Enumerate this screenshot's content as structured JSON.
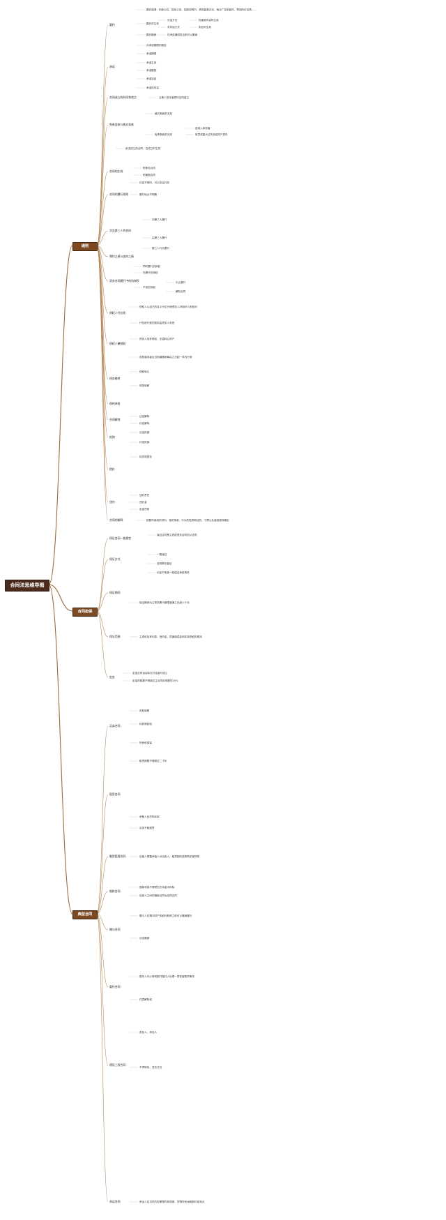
{
  "root": "合同法思维导图",
  "branches": [
    {
      "label": "通则"
    },
    {
      "label": "合同担保"
    },
    {
      "label": "典型合同"
    }
  ],
  "labels": {
    "yaoyue": "要约",
    "chengnuo": "承诺",
    "hetong_chengli": "合同成立的时间和地点",
    "mianze": "免责条款与格式条款",
    "shengxiao": "合同的生效",
    "lvxing": "合同的履行规则",
    "disanren": "涉及第三人的合同",
    "qiyue_zhixin": "预约之债与违约之债",
    "kangbian": "双务合同履行中的抗辩权",
    "daiwei": "债权人代位权",
    "chexiao": "债权人撤销权",
    "zhuanrang": "债务移转",
    "gaiyue": "债的承担",
    "jiechu": "合同解除",
    "dixiao": "抵销",
    "tixian": "提存",
    "weiyue": "违约",
    "hetong_jieshi": "合同的解释",
    "baozheng_yiban": "保证合同一般规定",
    "baozheng_fangshi": "保证方式",
    "baozheng_qijian": "保证期间",
    "baozheng_fanwei": "保证范围",
    "dingjin": "定金",
    "maimai": "买卖合同",
    "zulin": "租赁合同",
    "rongzi": "融资租赁合同",
    "jiedai": "借款合同",
    "zengyu": "赠与合同",
    "lvyou": "委托合同",
    "jianshe": "建设工程合同",
    "chengyun": "承运合同"
  },
  "notes": {
    "n1": "要约邀请：拍卖公告、招标公告、招股说明书、债券募集办法、商业广告和宣传、寄送的价目表……",
    "n2": "要约的生效",
    "n3": "对话方式",
    "n4": "知道其内容时生效",
    "n5": "非对话方式",
    "n6": "到达时生效",
    "n7": "要约撤销",
    "n8": "在承诺通知发出前可以撤销",
    "n9": "对承诺期限的规定",
    "n10": "承诺期限",
    "n11": "承诺生效",
    "n12": "承诺撤回",
    "n13": "承诺迟延",
    "n14": "承诺的内容",
    "n15": "当事人签字盖章时合同成立",
    "n16": "格式条款的无效",
    "n17": "免责条款的无效",
    "n18": "造成人身伤害",
    "n19": "故意或重大过失造成财产损失",
    "n20": "依法成立的合同，自成立时生效",
    "n21": "附条件合同",
    "n22": "附期限合同",
    "n23": "约定不明时，可以协议补充",
    "n24": "履行地点不明确",
    "n25": "向第三人履行",
    "n26": "由第三人履行",
    "n27": "第三人代为履行",
    "n28": "同时履行抗辩权",
    "n29": "先履行抗辩权",
    "n30": "不安抗辩权",
    "n31": "中止履行",
    "n32": "解除合同",
    "n33": "债权人以自己的名义代位行使债务人对相对人的权利",
    "n34": "代位权行使的费用由债务人负担",
    "n35": "债务人放弃债权、无偿转让财产",
    "n36": "自知道或者应当知道撤销事由之日起一年内行使",
    "n37": "债权转让",
    "n38": "债务转移",
    "n39": "法定解除",
    "n40": "约定解除",
    "n41": "法定抵销",
    "n42": "约定抵销",
    "n43": "标的物提存",
    "n44": "违约责任",
    "n45": "违约金",
    "n46": "定金罚则",
    "n47": "按照所使用的词句、相关条款、行为的性质和目的、习惯以及诚信原则确定",
    "n48": "保证合同是主债权债务合同的从合同",
    "n49": "一般保证",
    "n50": "连带责任保证",
    "n51": "约定不明按一般保证承担责任",
    "n52": "保证期间为主债务履行期限届满之日起六个月",
    "n53": "主债权及其利息、违约金、损害赔偿金和实现债权的费用",
    "n54": "定金合同自实际交付定金时成立",
    "n55": "定金的数额不得超过主合同标的额的20%",
    "n56": "风险转移",
    "n57": "标的物检验",
    "n58": "所有权保留",
    "n59": "租赁期限不得超过二十年",
    "n60": "承租人优先购买权",
    "n61": "买卖不破租赁",
    "n62": "出租人根据承租人对出卖人、租赁物的选择购买租赁物",
    "n63": "借款利息不得预先在本金中扣除",
    "n64": "自然人之间的借款合同为实践合同",
    "n65": "赠与人在赠与财产的权利转移之前可以撤销赠与",
    "n66": "法定撤销",
    "n67": "委托人可以特别委托受托人处理一项或者数项事务",
    "n68": "任意解除权",
    "n69": "发包人、承包人",
    "n70": "不得转包、违法分包",
    "n71": "承运人应当在约定期限内将旅客、货物安全运输到约定地点"
  }
}
